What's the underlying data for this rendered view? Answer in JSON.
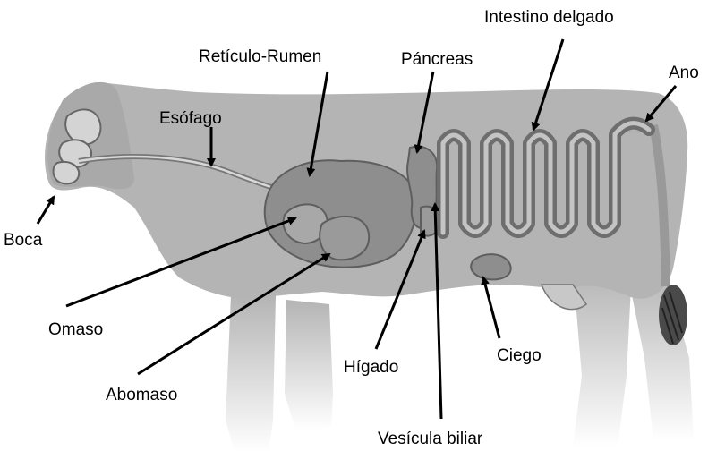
{
  "labels": {
    "boca": "Boca",
    "esofago": "Esófago",
    "reticulo_rumen": "Retículo-Rumen",
    "pancreas": "Páncreas",
    "intestino_delgado": "Intestino delgado",
    "ano": "Ano",
    "omaso": "Omaso",
    "abomaso": "Abomaso",
    "higado": "Hígado",
    "vesicula_biliar": "Vesícula biliar",
    "ciego": "Ciego"
  },
  "colors": {
    "body": "#b4b4b4",
    "head": "#a9a9a9",
    "organ": "#8e8e8e",
    "organ_edge": "#5e5e5e",
    "line": "#000000"
  }
}
